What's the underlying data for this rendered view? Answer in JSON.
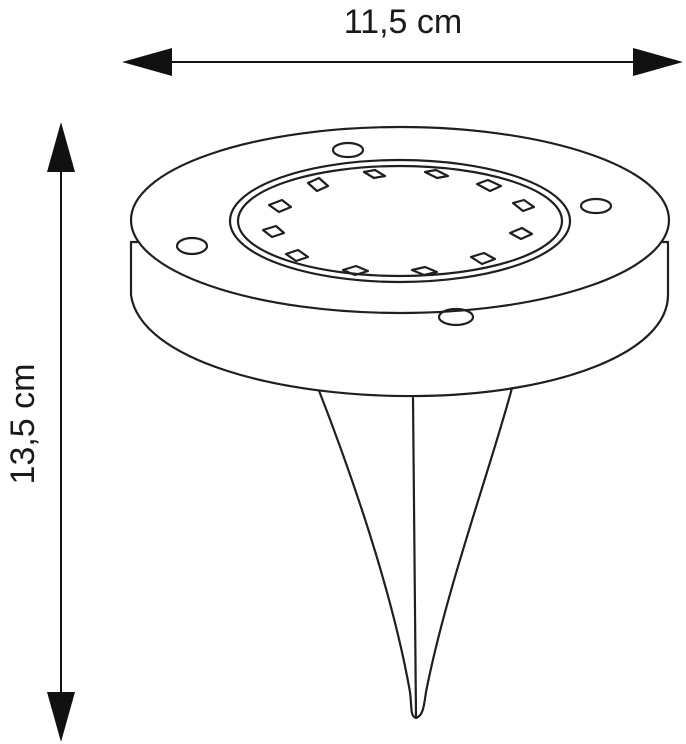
{
  "dimensions": {
    "width_label": "11,5 cm",
    "height_label": "13,5 cm"
  },
  "colors": {
    "line": "#1f1f1f",
    "background": "#ffffff"
  },
  "product": {
    "led_count": 12,
    "mount_hole_count": 4
  }
}
